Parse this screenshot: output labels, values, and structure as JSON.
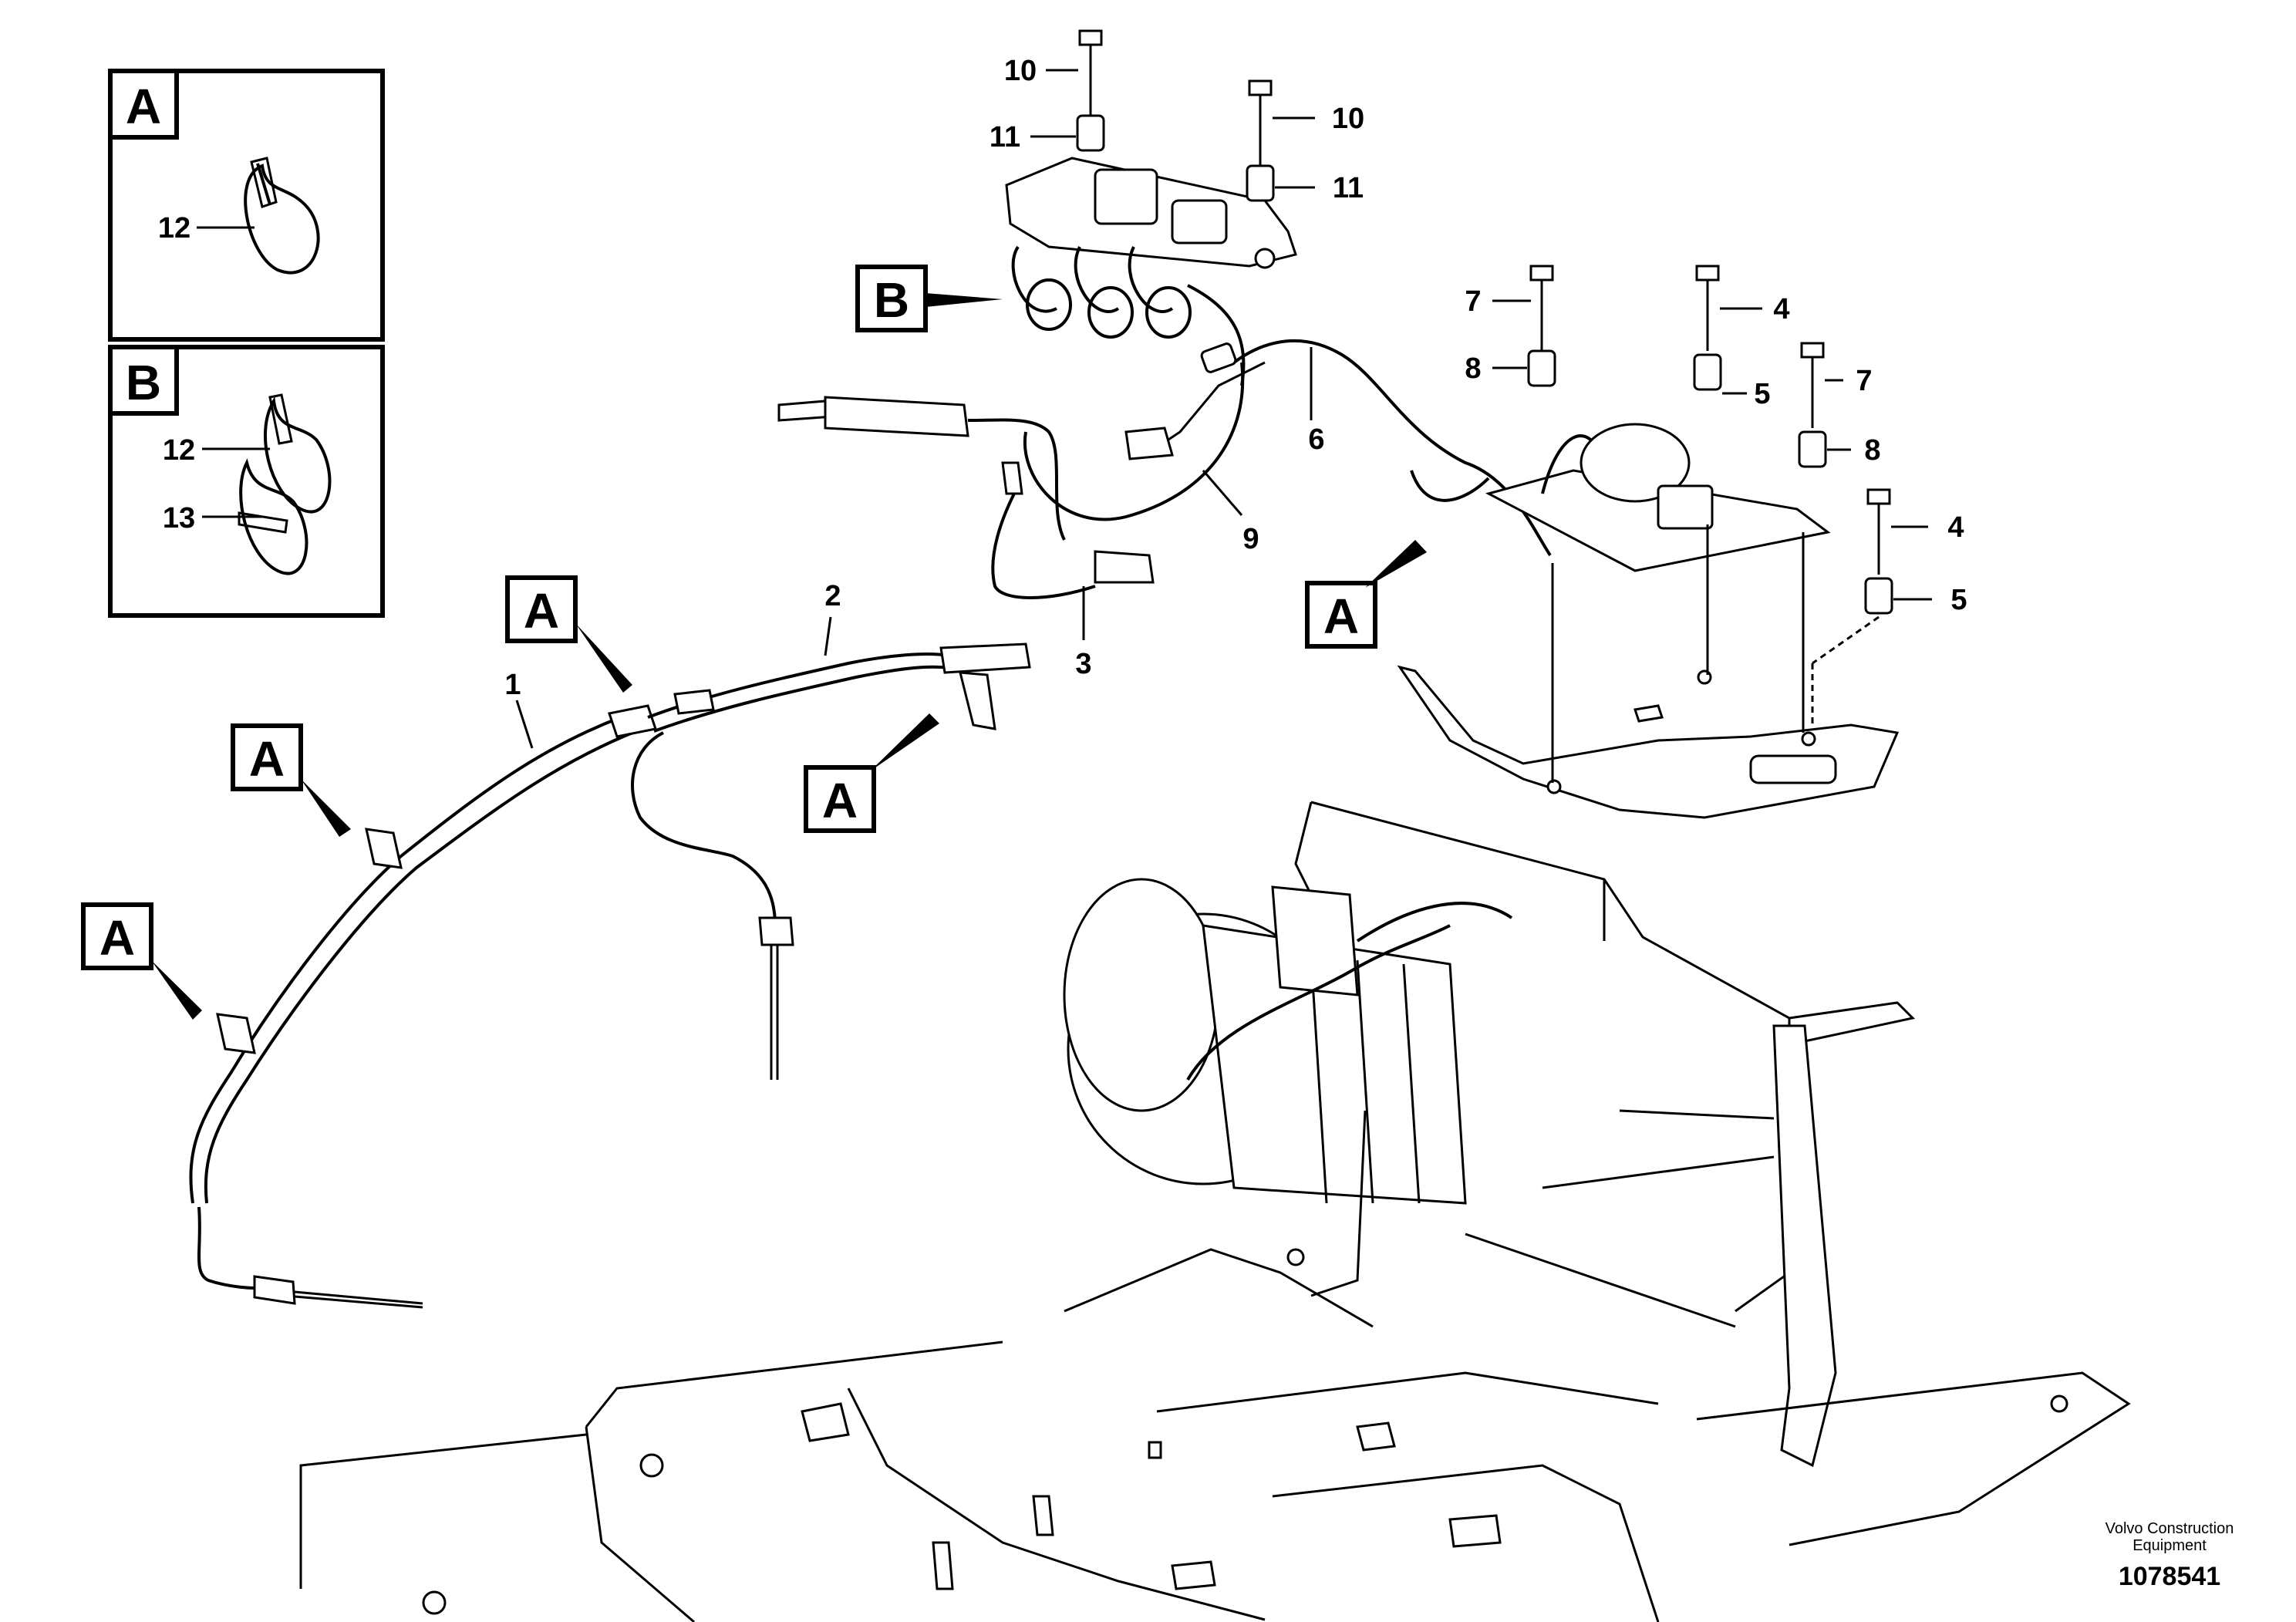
{
  "insets": {
    "a": {
      "label": "A",
      "callout_12": "12"
    },
    "b": {
      "label": "B",
      "callout_12": "12",
      "callout_13": "13"
    }
  },
  "view_markers": {
    "b_control_unit": "B",
    "a_cable_1": "A",
    "a_cable_1_upper": "A",
    "a_cable_2_left": "A",
    "a_cable_2_right": "A",
    "a_bracket": "A"
  },
  "callouts": {
    "c1": "1",
    "c2": "2",
    "c3": "3",
    "c4_upper": "4",
    "c4_lower": "4",
    "c5_upper": "5",
    "c5_lower": "5",
    "c6": "6",
    "c7_left": "7",
    "c7_right": "7",
    "c8_left": "8",
    "c8_right": "8",
    "c9": "9",
    "c10_left": "10",
    "c10_right": "10",
    "c11_left": "11",
    "c11_right": "11"
  },
  "footer": {
    "company_line1": "Volvo Construction",
    "company_line2": "Equipment",
    "doc_number": "1078541"
  }
}
